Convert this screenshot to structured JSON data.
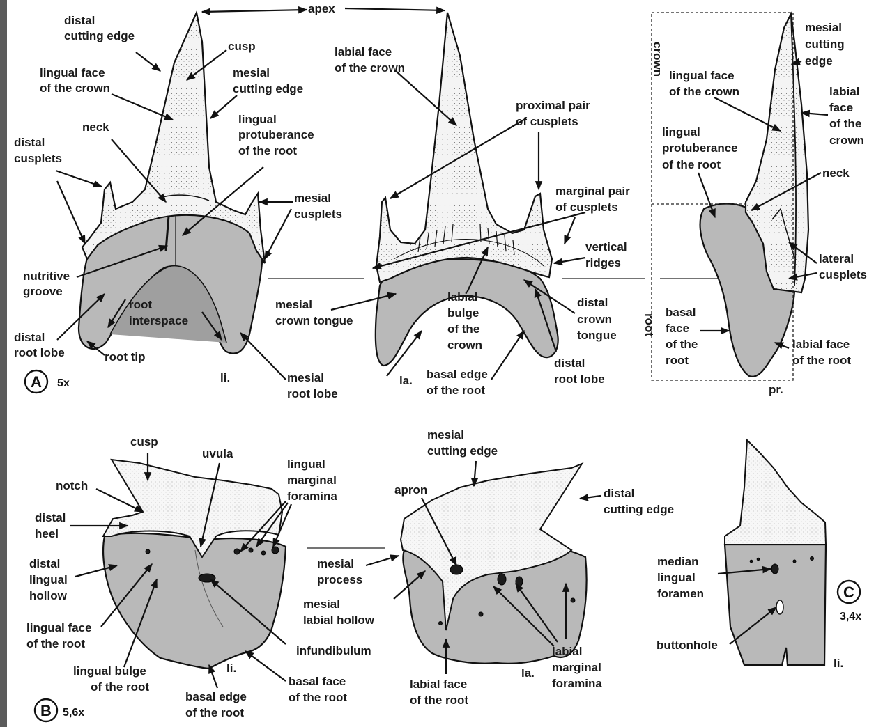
{
  "panel_a": {
    "badge": "A",
    "scale": "5x",
    "view_lingual": "li.",
    "view_labial": "la.",
    "view_profile": "pr.",
    "box_crown": "crown",
    "box_root": "root",
    "labels": {
      "apex": "apex",
      "distal_cutting_edge": [
        "distal",
        "cutting edge"
      ],
      "cusp": "cusp",
      "lingual_face_crown": [
        "lingual face",
        "of the crown"
      ],
      "mesial_cutting_edge": [
        "mesial",
        "cutting edge"
      ],
      "neck": "neck",
      "lingual_protuberance": [
        "lingual",
        "protuberance",
        "of the root"
      ],
      "distal_cusplets": [
        "distal",
        "cusplets"
      ],
      "mesial_cusplets": [
        "mesial",
        "cusplets"
      ],
      "nutritive_groove": [
        "nutritive",
        "groove"
      ],
      "root_interspace": [
        "root",
        "interspace"
      ],
      "distal_root_lobe": [
        "distal",
        "root lobe"
      ],
      "root_tip": "root tip",
      "mesial_root_lobe": [
        "mesial",
        "root lobe"
      ],
      "labial_face_crown": [
        "labial face",
        "of the crown"
      ],
      "proximal_pair": [
        "proximal pair",
        "of cusplets"
      ],
      "marginal_pair": [
        "marginal pair",
        "of cusplets"
      ],
      "vertical_ridges": [
        "vertical",
        "ridges"
      ],
      "mesial_crown_tongue": [
        "mesial",
        "crown tongue"
      ],
      "labial_bulge": [
        "labial",
        "bulge",
        "of the",
        "crown"
      ],
      "distal_crown_tongue": [
        "distal",
        "crown",
        "tongue"
      ],
      "basal_edge": [
        "basal edge",
        "of the root"
      ],
      "distal_root_lobe_2": [
        "distal",
        "root lobe"
      ],
      "mesial_cutting_edge_pr": [
        "mesial",
        "cutting",
        "edge"
      ],
      "lingual_face_crown_pr": [
        "lingual face",
        "of the crown"
      ],
      "labial_face_crown_pr": [
        "labial",
        "face",
        "of the",
        "crown"
      ],
      "lingual_protuberance_pr": [
        "lingual",
        "protuberance",
        "of the root"
      ],
      "neck_pr": "neck",
      "lateral_cusplets": [
        "lateral",
        "cusplets"
      ],
      "basal_face": [
        "basal",
        "face",
        "of the",
        "root"
      ],
      "labial_face_root": [
        "labial face",
        "of the root"
      ]
    }
  },
  "panel_b": {
    "badge": "B",
    "scale": "5,6x",
    "view_lingual": "li.",
    "view_labial": "la.",
    "labels": {
      "cusp": "cusp",
      "uvula": "uvula",
      "lingual_marginal_foramina": [
        "lingual",
        "marginal",
        "foramina"
      ],
      "notch": "notch",
      "distal_heel": [
        "distal",
        "heel"
      ],
      "distal_lingual_hollow": [
        "distal",
        "lingual",
        "hollow"
      ],
      "lingual_face_root": [
        "lingual face",
        "of the root"
      ],
      "lingual_bulge": [
        "lingual bulge",
        "of the root"
      ],
      "basal_edge": [
        "basal edge",
        "of the root"
      ],
      "basal_face": [
        "basal face",
        "of the root"
      ],
      "infundibulum": "infundibulum",
      "mesial_cutting_edge": [
        "mesial",
        "cutting edge"
      ],
      "apron": "apron",
      "distal_cutting_edge": [
        "distal",
        "cutting edge"
      ],
      "mesial_process": [
        "mesial",
        "process"
      ],
      "mesial_labial_hollow": [
        "mesial",
        "labial hollow"
      ],
      "labial_face_root": [
        "labial face",
        "of the root"
      ],
      "labial_marginal_foramina": [
        "labial",
        "marginal",
        "foramina"
      ]
    }
  },
  "panel_c": {
    "badge": "C",
    "scale": "3,4x",
    "view": "li.",
    "labels": {
      "median_lingual_foramen": [
        "median",
        "lingual",
        "foramen"
      ],
      "buttonhole": "buttonhole"
    }
  },
  "colors": {
    "root_fill": "#b9b9b9",
    "line": "#111111",
    "sidebar": "#5b5b5b"
  }
}
